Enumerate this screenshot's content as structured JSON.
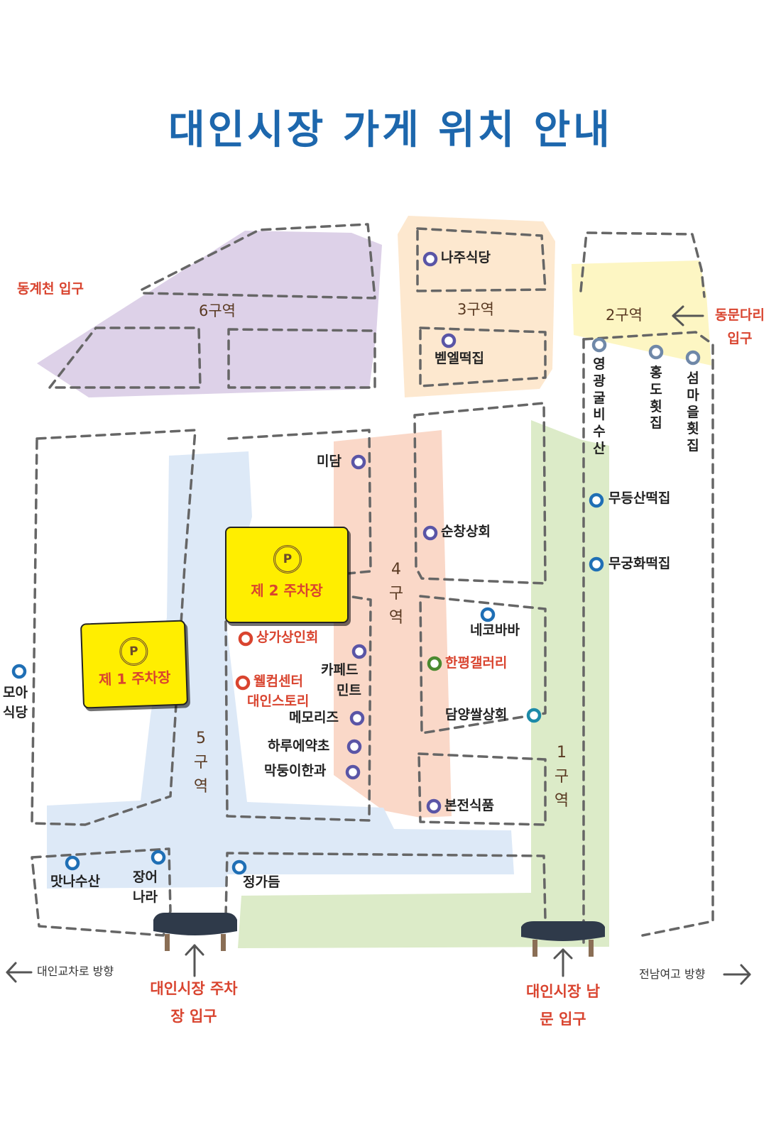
{
  "title": "대인시장 가게 위치 안내",
  "zones": {
    "z1": "1구역",
    "z2": "2구역",
    "z3": "3구역",
    "z4": "4구역",
    "z5": "5구역",
    "z6": "6구역"
  },
  "entrances": {
    "donggyecheon": "동계천 입구",
    "dongmundari": "동문다리 입구",
    "parking_entrance": "대인시장 주차장 입구",
    "south_gate": "대인시장 남문 입구"
  },
  "directions": {
    "left": "대인교차로 방향",
    "right": "전남여고 방향"
  },
  "parking": {
    "lot1": "제 1 주차장",
    "lot2": "제 2 주차장",
    "icon": "P"
  },
  "stores": {
    "naju": "나주식당",
    "bethel": "벧엘떡집",
    "yeonggwang": "영광굴비수산",
    "hongdo": "홍도횟집",
    "seommaeul": "섬마을횟집",
    "mudeungsan": "무등산떡집",
    "mugunghwa": "무궁화떡집",
    "midam": "미담",
    "sunchang": "순창상회",
    "nekobaba": "네코바바",
    "hanpyeong": "한평갤러리",
    "damyang": "담양쌀상회",
    "sangga": "상가상인회",
    "cafe_line1": "카페드",
    "cafe_line2": "민트",
    "welcome_line1": "웰컴센터",
    "welcome_line2": "대인스토리",
    "memories": "메모리즈",
    "haru": "하루에약초",
    "makdung": "막둥이한과",
    "moa_line1": "모아",
    "moa_line2": "식당",
    "bonjeon": "본전식품",
    "matna": "맛나수산",
    "jangeo_line1": "장어",
    "jangeo_line2": "나라",
    "jeongga": "정가듬"
  },
  "colors": {
    "title": "#1d67ad",
    "zone6": "#ddd1e8",
    "zone3": "#fde8cf",
    "zone2": "#fdf6c3",
    "zone4": "#fad8c8",
    "zone5": "#dde9f7",
    "zone1": "#dcebc8",
    "parking": "#ffee00",
    "marker_blue": "#1f6fb5",
    "marker_purple": "#5a55a6",
    "marker_red": "#d9442f",
    "marker_green": "#4a8a30",
    "marker_grey": "#6f88a8",
    "marker_teal": "#1c8aa8"
  },
  "markers": {
    "naju": "purple",
    "bethel": "purple",
    "yeonggwang": "grey",
    "hongdo": "grey",
    "seommaeul": "grey",
    "mudeungsan": "blue",
    "mugunghwa": "blue",
    "midam": "purple",
    "sunchang": "purple",
    "nekobaba": "blue",
    "hanpyeong": "green",
    "damyang": "teal",
    "sangga": "red",
    "cafe": "purple",
    "welcome": "red",
    "memories": "purple",
    "haru": "purple",
    "makdung": "purple",
    "moa": "blue",
    "bonjeon": "purple",
    "matna": "blue",
    "jangeo": "blue",
    "jeongga": "blue"
  }
}
